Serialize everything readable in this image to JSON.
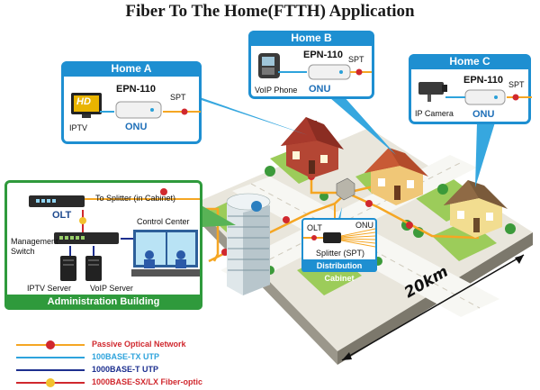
{
  "title": "Fiber To The Home(FTTH) Application",
  "homes": [
    {
      "header": "Home A",
      "model": "EPN-110",
      "onu": "ONU",
      "spt": "SPT",
      "device": "IPTV",
      "device_screen": "HD"
    },
    {
      "header": "Home B",
      "model": "EPN-110",
      "onu": "ONU",
      "spt": "SPT",
      "device": "VoIP Phone"
    },
    {
      "header": "Home C",
      "model": "EPN-110",
      "onu": "ONU",
      "spt": "SPT",
      "device": "IP Camera"
    }
  ],
  "admin": {
    "footer": "Administration Building",
    "olt": "OLT",
    "splitter_link": "To Splitter (in Cabinet)",
    "control_center": "Control Center",
    "mgmt_switch": "Management Switch",
    "iptv_server": "IPTV Server",
    "voip_server": "VoIP Server"
  },
  "cabinet": {
    "olt": "OLT",
    "onu": "ONU",
    "splitter": "Splitter (SPT)",
    "footer": "Distribution Cabinet"
  },
  "distance": "20km",
  "legend": [
    {
      "label": "Passive Optical Network",
      "color": "#f5a623",
      "text_color": "#d0282e"
    },
    {
      "label": "100BASE-TX UTP",
      "color": "#2ea3dc",
      "text_color": "#2ea3dc"
    },
    {
      "label": "1000BASE-T UTP",
      "color": "#1d2f8f",
      "text_color": "#1d2f8f"
    },
    {
      "label": "1000BASE-SX/LX Fiber-optic",
      "color": "#d0282e",
      "text_color": "#d0282e"
    }
  ],
  "colors": {
    "pon": "#f5a623",
    "callout": "#1e8fd1",
    "admin": "#2f9a3c",
    "fiber": "#d0282e"
  }
}
